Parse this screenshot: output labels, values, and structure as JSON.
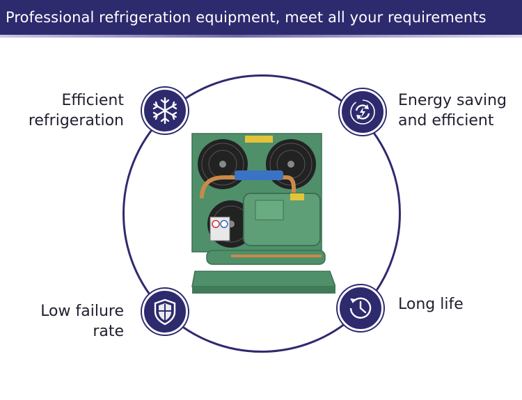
{
  "header": {
    "title": "Professional refrigeration equipment, meet all your requirements"
  },
  "features": [
    {
      "label_line1": "Efficient",
      "label_line2": "refrigeration",
      "icon": "snowflake-icon"
    },
    {
      "label_line1": "Energy saving",
      "label_line2": "and efficient",
      "icon": "cycle-arrows-icon"
    },
    {
      "label": "Low failure rate",
      "icon": "shield-icon"
    },
    {
      "label": "Long life",
      "icon": "clock-icon"
    }
  ],
  "colors": {
    "brand": "#2e2a6e",
    "unit_green": "#4f8f6a"
  },
  "product": {
    "icon": "condensing-unit-image"
  }
}
